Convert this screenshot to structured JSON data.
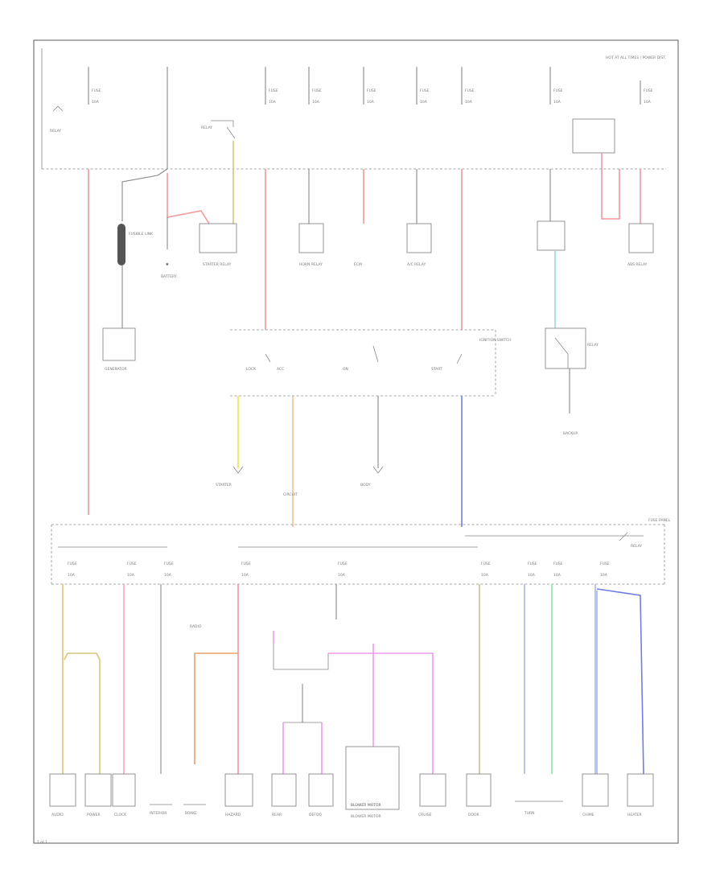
{
  "diagram": {
    "title": "Power Distribution Wiring Diagram",
    "top_right_note": "HOT AT ALL TIMES / POWER DIST.",
    "page_ref": "1 of 1"
  },
  "underhood": {
    "fuses": [
      {
        "label": "FUSE",
        "rating": "10A"
      },
      {
        "label": "FUSE",
        "rating": "10A"
      },
      {
        "label": "FUSE",
        "rating": "10A"
      },
      {
        "label": "FUSE",
        "rating": "10A"
      },
      {
        "label": "FUSE",
        "rating": "10A"
      },
      {
        "label": "FUSE",
        "rating": "10A"
      },
      {
        "label": "FUSE",
        "rating": "10A"
      },
      {
        "label": "FUSE",
        "rating": "10A"
      }
    ],
    "fusible_link": "FUSIBLE LINK",
    "battery": "BATTERY",
    "generator": "GENERATOR",
    "components": [
      "STARTER RELAY",
      "HORN RELAY",
      "ECM",
      "A/C RELAY",
      "ABS RELAY"
    ],
    "relay_label": "RELAY"
  },
  "ignition": {
    "label": "IGNITION SWITCH",
    "positions": [
      "LOCK",
      "ACC",
      "ON",
      "START"
    ]
  },
  "mid_components": [
    "STARTER",
    "CIRCUIT",
    "BODY",
    "BACKUP"
  ],
  "fuse_panel": {
    "label": "FUSE PANEL",
    "fuses": [
      {
        "label": "FUSE",
        "rating": "10A"
      },
      {
        "label": "FUSE",
        "rating": "10A"
      },
      {
        "label": "FUSE",
        "rating": "10A"
      },
      {
        "label": "FUSE",
        "rating": "10A"
      },
      {
        "label": "FUSE",
        "rating": "10A"
      },
      {
        "label": "FUSE",
        "rating": "10A"
      },
      {
        "label": "FUSE",
        "rating": "10A"
      },
      {
        "label": "FUSE",
        "rating": "10A"
      },
      {
        "label": "FUSE",
        "rating": "10A"
      }
    ],
    "relay": "RELAY"
  },
  "bottom_components": [
    "AUDIO",
    "POWER",
    "CLOCK",
    "INTERIOR",
    "BRAKE",
    "HAZARD",
    "REAR",
    "DEFOG",
    "BLOWER MOTOR",
    "CRUISE",
    "DOOR",
    "TURN",
    "CHIME",
    "HEATER",
    "RADIO"
  ],
  "blower": "BLOWER MOTOR"
}
